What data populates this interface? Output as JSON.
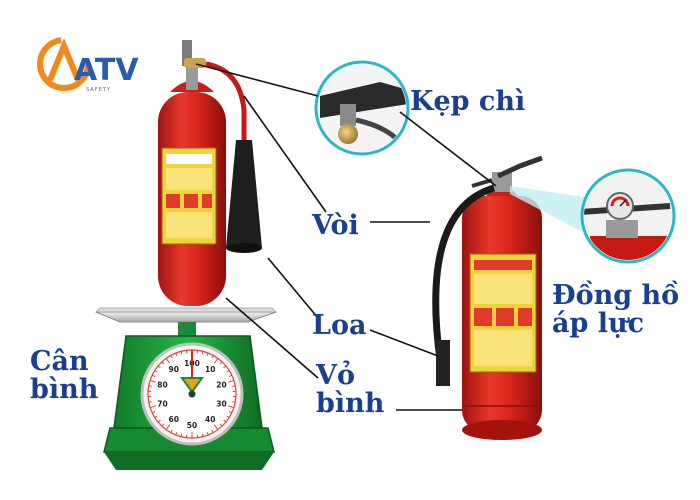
{
  "brand": {
    "name": "ATV",
    "sub": "SAFETY"
  },
  "labels": {
    "kep_chi": "Kẹp chì",
    "voi": "Vòi",
    "loa": "Loa",
    "vo_binh_1": "Vỏ",
    "vo_binh_2": "bình",
    "dong_ho_1": "Đồng hồ",
    "dong_ho_2": "áp lực",
    "can_binh_1": "Cân",
    "can_binh_2": "bình"
  },
  "scale": {
    "dial_numbers": [
      "100",
      "90",
      "10",
      "80",
      "20",
      "70",
      "30",
      "60",
      "40",
      "50"
    ]
  },
  "colors": {
    "label": "#1a3f8f",
    "cylinder": "#d9241c",
    "scale_body": "#1e9b3a",
    "logo_orange": "#f08a1c"
  }
}
